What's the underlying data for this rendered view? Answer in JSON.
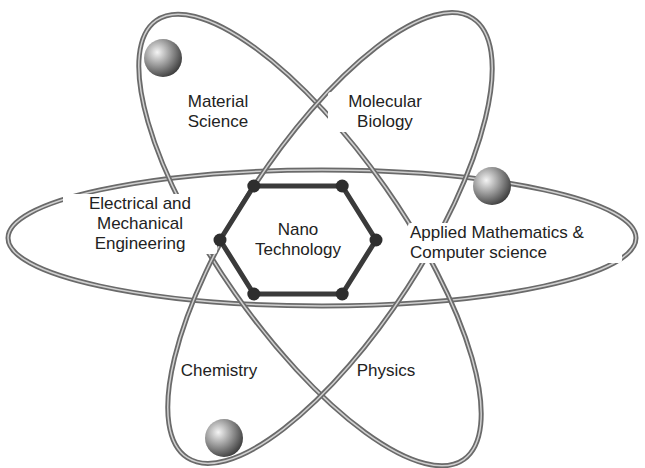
{
  "diagram": {
    "nodes": [
      {
        "text": [
          "Nano Technology"
        ]
      }
    ],
    "labels": [
      "Material Science",
      "Molecular Biology",
      "Electrical and Mechanical Engineering",
      "Applied Mathematics & Computer science",
      "Chemistry",
      "Physics"
    ]
  }
}
